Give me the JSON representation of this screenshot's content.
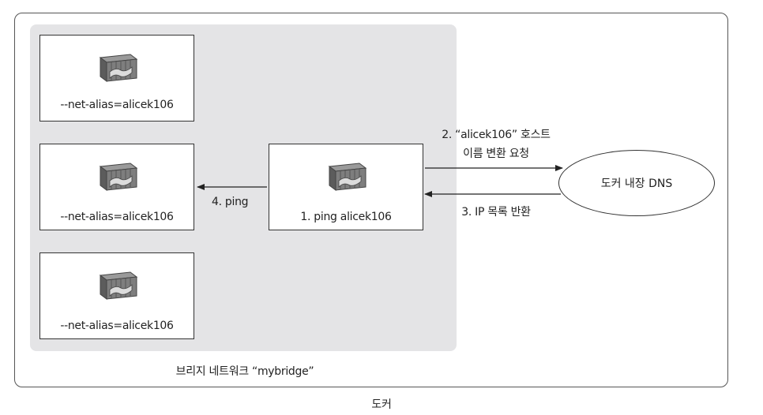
{
  "containers": [
    {
      "name": "container-top",
      "label": "--net-alias=alicek106"
    },
    {
      "name": "container-middle",
      "label": "--net-alias=alicek106"
    },
    {
      "name": "container-bottom",
      "label": "--net-alias=alicek106"
    }
  ],
  "client": {
    "label": "1. ping alicek106"
  },
  "arrows": {
    "ping": "4. ping",
    "request_line1": "2. “alicek106” 호스트",
    "request_line2": "이름 변환 요청",
    "response": "3. IP 목록 반환"
  },
  "dns": {
    "label": "도커 내장 DNS"
  },
  "bridge": {
    "label": "브리지 네트워크 “mybridge”"
  },
  "docker": {
    "label": "도커"
  },
  "icons": {
    "container": "docker-container-icon"
  }
}
